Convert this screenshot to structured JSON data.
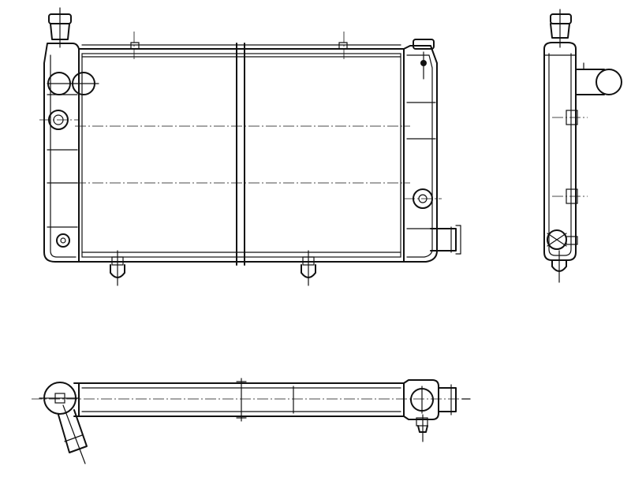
{
  "drawing": {
    "views": [
      {
        "name": "front-view",
        "icon": "radiator-front-icon"
      },
      {
        "name": "side-view",
        "icon": "radiator-side-icon"
      },
      {
        "name": "top-view",
        "icon": "radiator-top-icon"
      }
    ],
    "line_color": "#111111",
    "background": "#ffffff"
  }
}
